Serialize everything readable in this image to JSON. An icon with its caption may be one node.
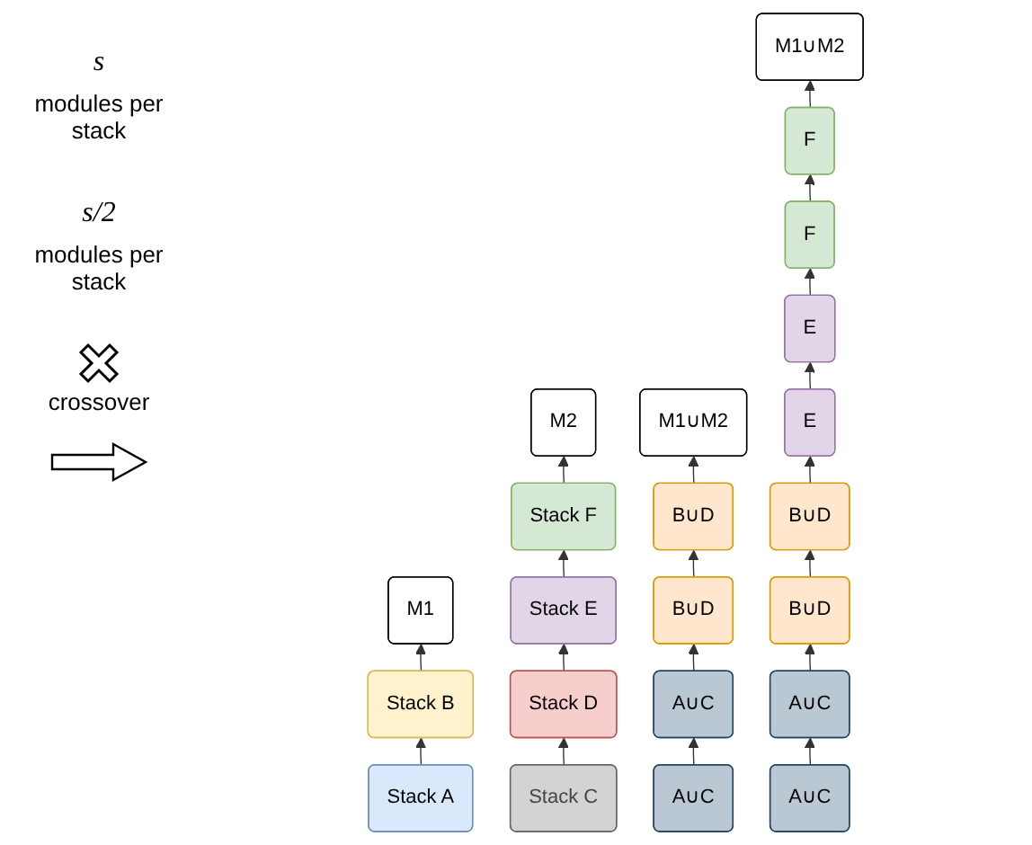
{
  "diagram": {
    "nodes": [
      {
        "text": [
          "M1"
        ]
      },
      {
        "text": [
          "Stack B"
        ]
      },
      {
        "text": [
          "Stack A"
        ]
      },
      {
        "text": [
          "M2"
        ]
      },
      {
        "text": [
          "Stack F"
        ]
      },
      {
        "text": [
          "Stack E"
        ]
      },
      {
        "text": [
          "Stack D"
        ]
      },
      {
        "text": [
          "Stack C"
        ]
      },
      {
        "text": [
          "M1∪M2"
        ]
      },
      {
        "text": [
          "B∪D"
        ]
      },
      {
        "text": [
          "B∪D"
        ]
      },
      {
        "text": [
          "A∪C"
        ]
      },
      {
        "text": [
          "A∪C"
        ]
      },
      {
        "text": [
          "M1∪M2"
        ]
      },
      {
        "text": [
          "F"
        ]
      },
      {
        "text": [
          "F"
        ]
      },
      {
        "text": [
          "E"
        ]
      },
      {
        "text": [
          "E"
        ]
      },
      {
        "text": [
          "B∪D"
        ]
      },
      {
        "text": [
          "B∪D"
        ]
      },
      {
        "text": [
          "A∪C"
        ]
      },
      {
        "text": [
          "A∪C"
        ]
      }
    ],
    "edges": [
      {
        "from": 2,
        "to": 1,
        "arrow": "to"
      },
      {
        "from": 1,
        "to": 0,
        "arrow": "to"
      },
      {
        "from": 7,
        "to": 6,
        "arrow": "to"
      },
      {
        "from": 6,
        "to": 5,
        "arrow": "to"
      },
      {
        "from": 5,
        "to": 4,
        "arrow": "to"
      },
      {
        "from": 4,
        "to": 3,
        "arrow": "to"
      },
      {
        "from": 12,
        "to": 11,
        "arrow": "to"
      },
      {
        "from": 11,
        "to": 10,
        "arrow": "to"
      },
      {
        "from": 10,
        "to": 9,
        "arrow": "to"
      },
      {
        "from": 9,
        "to": 8,
        "arrow": "to"
      },
      {
        "from": 21,
        "to": 20,
        "arrow": "to"
      },
      {
        "from": 20,
        "to": 19,
        "arrow": "to"
      },
      {
        "from": 19,
        "to": 18,
        "arrow": "to"
      },
      {
        "from": 18,
        "to": 17,
        "arrow": "to"
      },
      {
        "from": 17,
        "to": 16,
        "arrow": "to"
      },
      {
        "from": 16,
        "to": 15,
        "arrow": "to"
      },
      {
        "from": 15,
        "to": 14,
        "arrow": "to"
      },
      {
        "from": 14,
        "to": 13,
        "arrow": "to"
      }
    ],
    "labels": [
      "s",
      "modules per stack",
      "s/2",
      "modules per stack",
      "crossover"
    ]
  }
}
